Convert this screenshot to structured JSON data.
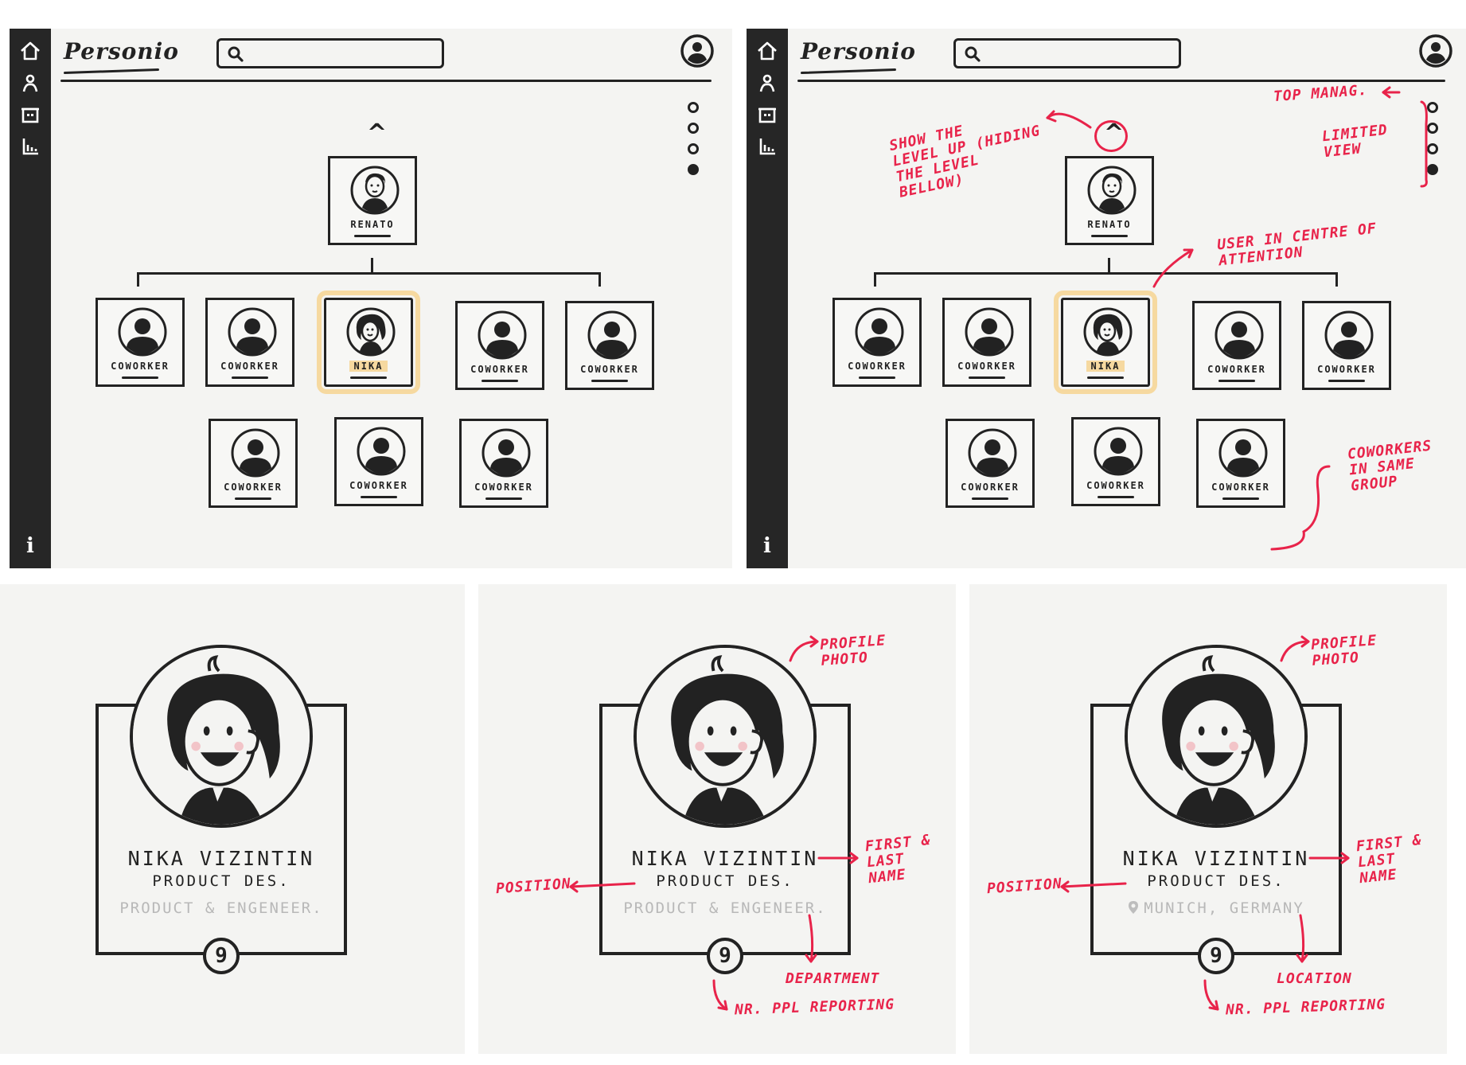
{
  "app": {
    "logo": "Personio",
    "search": {
      "placeholder": ""
    }
  },
  "sidebar": {
    "icons": [
      "home-icon",
      "person-icon",
      "calendar-icon",
      "chart-icon"
    ],
    "info": "i"
  },
  "orgchart": {
    "up_caret": "^",
    "manager": {
      "label": "RENATO"
    },
    "row1": [
      "COWORKER",
      "COWORKER",
      "NIKA",
      "COWORKER",
      "COWORKER"
    ],
    "row2": [
      "COWORKER",
      "COWORKER",
      "COWORKER"
    ],
    "highlight_index": 2,
    "highlight_color": "#f6d9a0",
    "levels": [
      false,
      false,
      false,
      true
    ]
  },
  "annotations": {
    "level_up": "SHOW THE\nLEVEL UP (HIDING\nTHE LEVEL\nBELLOW)",
    "top_manag": "TOP MANAG.",
    "limited_view": "LIMITED\nVIEW",
    "centre": "USER IN CENTRE OF\nATTENTION",
    "coworkers_group": "COWORKERS\nIN SAME\nGROUP",
    "color": "#e8234a"
  },
  "profile_cards": [
    {
      "name": "NIKA VIZINTIN",
      "position": "PRODUCT DES.",
      "detail": "PRODUCT & ENGENEER.",
      "count": "9"
    },
    {
      "name": "NIKA VIZINTIN",
      "position": "PRODUCT DES.",
      "detail": "PRODUCT & ENGENEER.",
      "count": "9",
      "notes": {
        "photo": "PROFILE\nPHOTO",
        "name": "FIRST &\nLAST\nNAME",
        "position": "POSITION",
        "detail": "DEPARTMENT",
        "count": "NR. PPL REPORTING"
      }
    },
    {
      "name": "NIKA VIZINTIN",
      "position": "PRODUCT DES.",
      "detail": "MUNICH, GERMANY",
      "count": "9",
      "notes": {
        "photo": "PROFILE\nPHOTO",
        "name": "FIRST &\nLAST\nNAME",
        "position": "POSITION",
        "detail": "LOCATION",
        "count": "NR. PPL REPORTING"
      }
    }
  ]
}
